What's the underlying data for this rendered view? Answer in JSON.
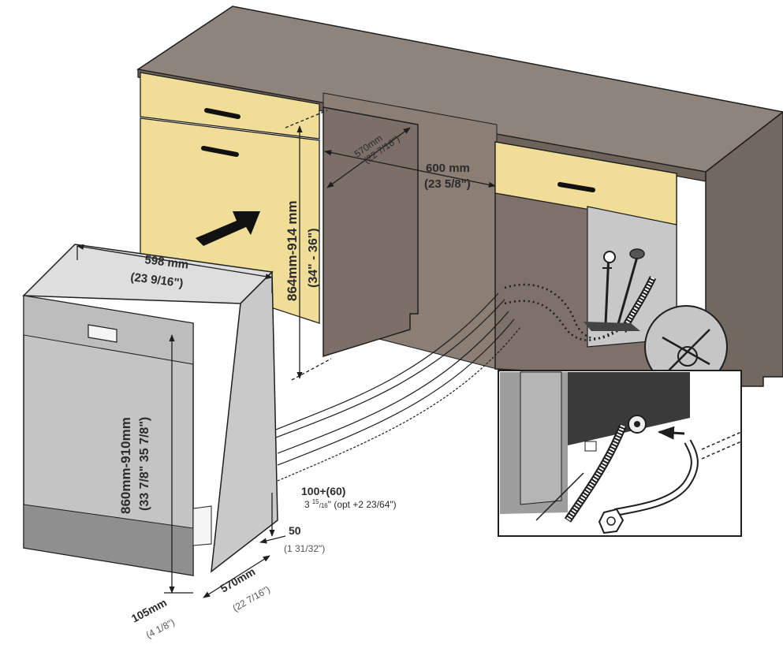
{
  "colors": {
    "cabinet_top": "#8e847b",
    "cabinet_face": "#7d7169",
    "cabinet_dark": "#6e635b",
    "drawer_front": "#f0de98",
    "dishwasher_body": "#c4c4c4",
    "dishwasher_top": "#dedede",
    "wall_panel": "#c8c8c8",
    "line": "#1e1e1e"
  },
  "dimensions": {
    "cabinet_height": {
      "mm": "864mm-914 mm",
      "inch": "(34\" - 36\")"
    },
    "niche_depth": {
      "mm": "570mm",
      "inch": "(22 7/16\")"
    },
    "niche_width": {
      "mm": "600 mm",
      "inch": "(23 5/8\")"
    },
    "appliance_width": {
      "mm": "598 mm",
      "inch": "(23 9/16\")"
    },
    "appliance_height": {
      "mm": "860mm-910mm",
      "inch": "(33 7/8\" 35 7/8\")"
    },
    "door_gap": {
      "value": "100+(60)",
      "inch_prefix": "3",
      "inch_fraction_num": "15",
      "inch_fraction_den": "16",
      "inch_suffix": "\" (opt +2 23/64\")"
    },
    "plinth_step": {
      "value": "50",
      "inch": "(1 31/32\")"
    },
    "appliance_depth": {
      "mm": "570mm",
      "inch": "(22 7/16\")"
    },
    "plinth_height": {
      "mm": "105mm",
      "inch": "(4 1/8\")"
    }
  },
  "icons": [
    "insert-arrow-icon",
    "water-tap-icon",
    "no-drip-icon",
    "hose-connector-icon"
  ]
}
